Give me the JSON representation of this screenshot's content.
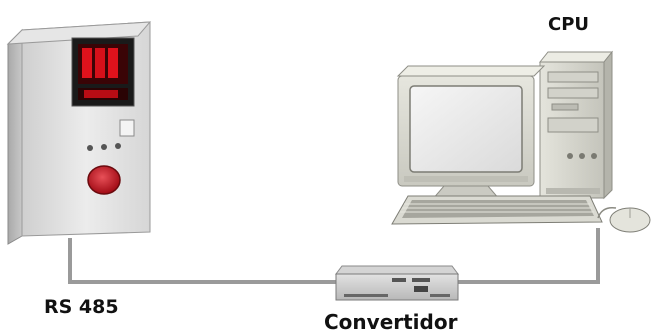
{
  "labels": {
    "cpu": "CPU",
    "rs485": "RS 485",
    "convertidor": "Convertidor"
  },
  "colors": {
    "panel_body": "#dcdcdc",
    "display_red": "#d4101a",
    "alarm_button": "#c0141e",
    "cable": "#9a9a9a",
    "monitor_body": "#d8d8d0",
    "screen": "#ececec"
  },
  "icons": [
    "control-panel",
    "panel-display",
    "alarm-button",
    "rs485-cable",
    "converter-box",
    "monitor",
    "cpu-tower",
    "keyboard",
    "mouse"
  ]
}
